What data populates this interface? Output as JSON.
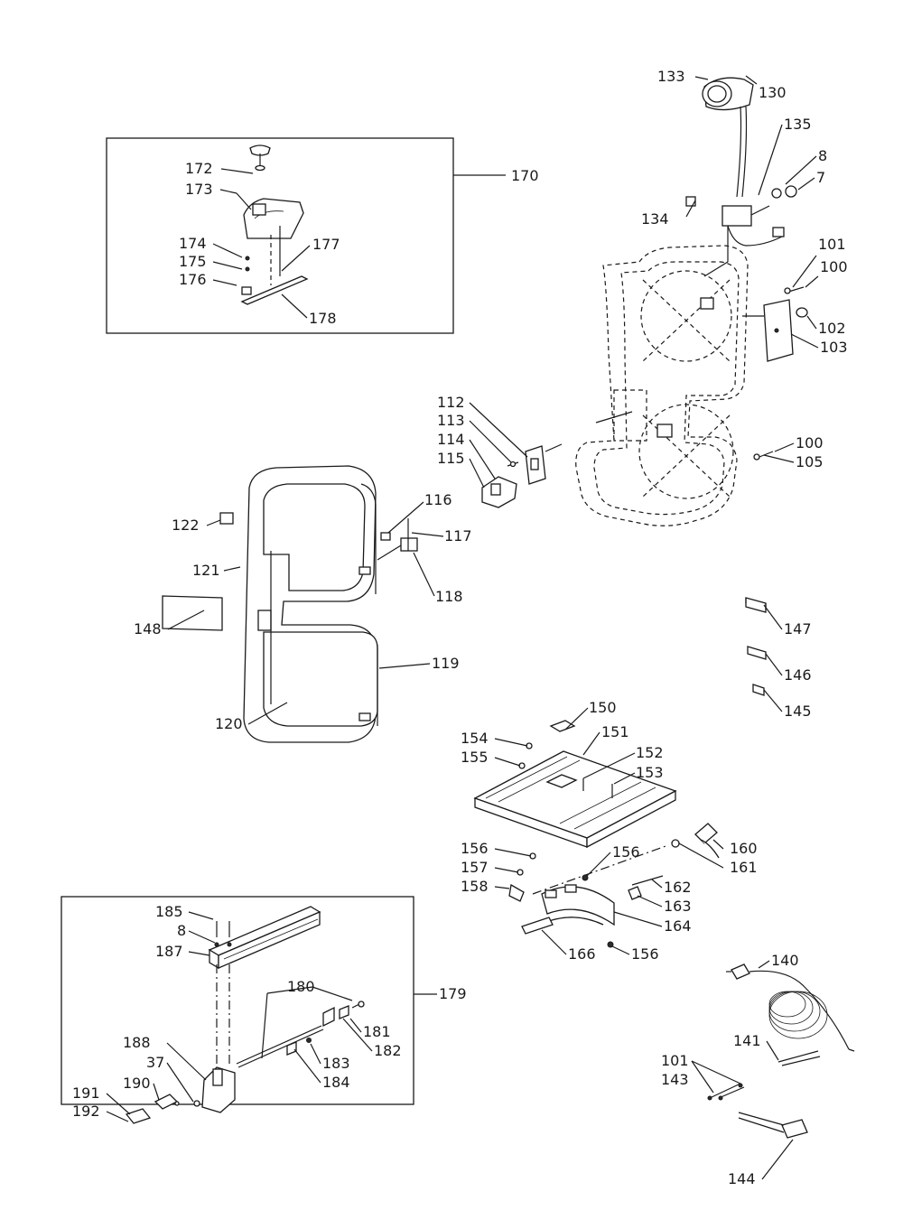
{
  "diagram": {
    "callouts": [
      "133",
      "130",
      "135",
      "8",
      "7",
      "134",
      "101",
      "100",
      "102",
      "103",
      "100",
      "105",
      "172",
      "173",
      "170",
      "174",
      "175",
      "177",
      "176",
      "178",
      "112",
      "113",
      "114",
      "115",
      "116",
      "117",
      "118",
      "122",
      "121",
      "148",
      "119",
      "120",
      "147",
      "146",
      "145",
      "150",
      "154",
      "151",
      "155",
      "152",
      "153",
      "156",
      "160",
      "156",
      "161",
      "157",
      "158",
      "162",
      "163",
      "164",
      "166",
      "156",
      "185",
      "8",
      "187",
      "180",
      "179",
      "181",
      "182",
      "188",
      "183",
      "37",
      "184",
      "190",
      "191",
      "192",
      "140",
      "141",
      "101",
      "143",
      "144"
    ]
  }
}
